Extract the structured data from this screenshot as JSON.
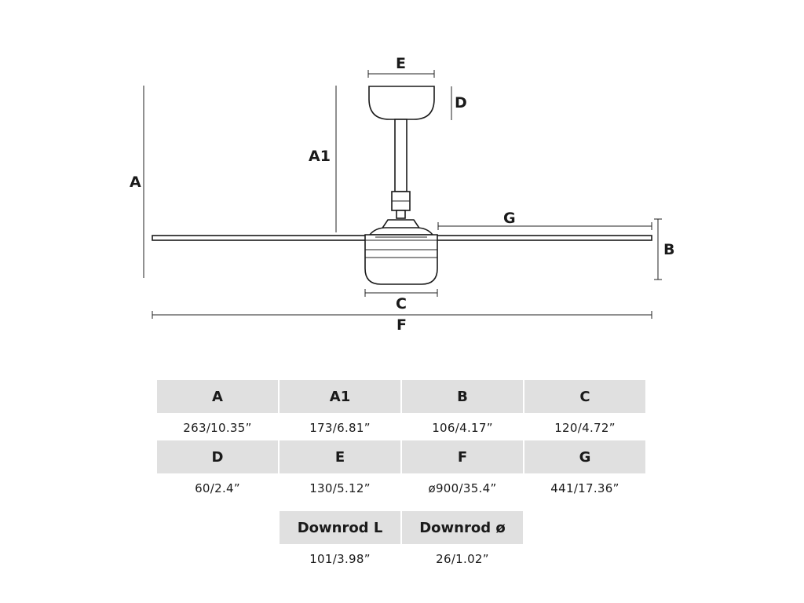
{
  "diagram": {
    "labels": {
      "A": "A",
      "A1": "A1",
      "B": "B",
      "C": "C",
      "D": "D",
      "E": "E",
      "F": "F",
      "G": "G"
    }
  },
  "table": {
    "row1": {
      "headers": [
        "A",
        "A1",
        "B",
        "C"
      ],
      "values": [
        "263/10.35”",
        "173/6.81”",
        "106/4.17”",
        "120/4.72”"
      ]
    },
    "row2": {
      "headers": [
        "D",
        "E",
        "F",
        "G"
      ],
      "values": [
        "60/2.4”",
        "130/5.12”",
        "ø900/35.4”",
        "441/17.36”"
      ]
    },
    "row3": {
      "headers": [
        "Downrod L",
        "Downrod ø"
      ],
      "values": [
        "101/3.98”",
        "26/1.02”"
      ]
    }
  },
  "colors": {
    "header_bg": "#e0e0e0",
    "line": "#222222"
  }
}
